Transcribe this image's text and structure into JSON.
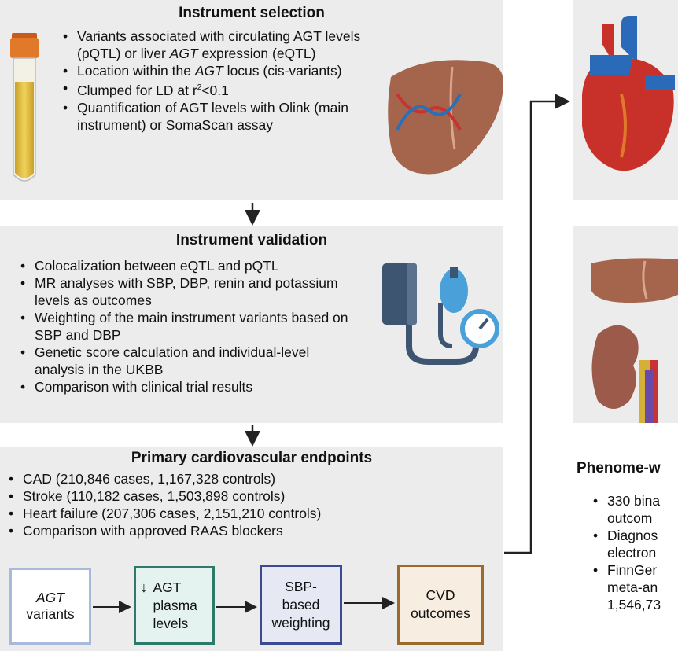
{
  "instrument_selection": {
    "title": "Instrument selection",
    "bullets": [
      "Variants associated with circulating AGT levels (pQTL) or liver AGT expression (eQTL)",
      "Location within the AGT locus (cis-variants)",
      "Clumped for LD at r2<0.1",
      "Quantification of AGT levels with Olink (main instrument) or SomaScan assay"
    ]
  },
  "instrument_validation": {
    "title": "Instrument validation",
    "bullets": [
      "Colocalization between eQTL and pQTL",
      "MR analyses with SBP, DBP, renin and potassium levels as outcomes",
      "Weighting of the main instrument variants based on SBP and DBP",
      "Genetic score calculation and individual-level analysis in the UKBB",
      "Comparison with clinical trial results"
    ]
  },
  "primary_endpoints": {
    "title": "Primary cardiovascular endpoints",
    "bullets": [
      "CAD (210,846 cases, 1,167,328 controls)",
      "Stroke (110,182 cases, 1,503,898 controls)",
      "Heart failure (207,306 cases, 2,151,210 controls)",
      "Comparison with approved RAAS blockers"
    ]
  },
  "flow": {
    "agt_variants": "variants",
    "agt_plasma": "plasma levels",
    "sbp_weighting": "SBP-based weighting",
    "cvd_outcomes": "CVD outcomes"
  },
  "phenome": {
    "title": "Phenome-w",
    "bullets": [
      "330 bina outcom",
      "Diagnos electron",
      "FinnGer meta-an 1,546,73"
    ]
  },
  "colors": {
    "panel_bg": "#ececec",
    "box1": "#a9b9dc",
    "box2": "#2e7a6a",
    "box3": "#3c4a92",
    "box4": "#9c6a2e"
  }
}
